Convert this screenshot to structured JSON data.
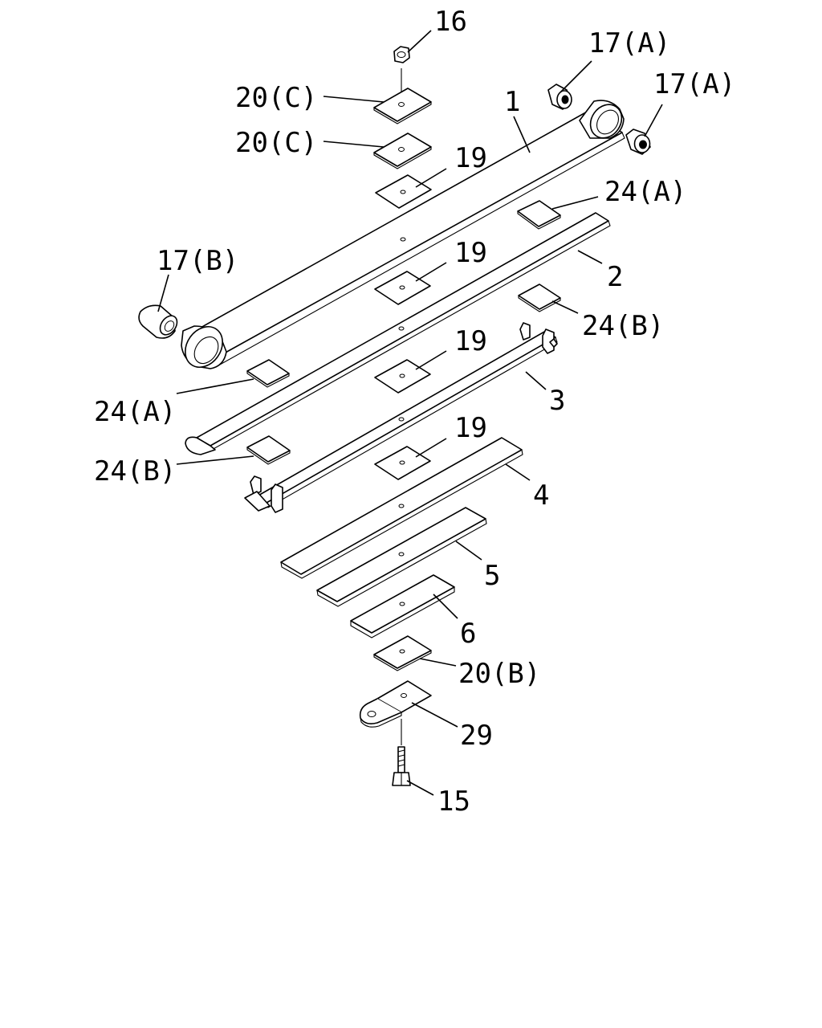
{
  "diagram": {
    "callouts": {
      "c16": "16",
      "c17a_1": "17(A)",
      "c17a_2": "17(A)",
      "c1": "1",
      "c20c_1": "20(C)",
      "c20c_2": "20(C)",
      "c19_1": "19",
      "c24a_1": "24(A)",
      "c17b": "17(B)",
      "c19_2": "19",
      "c2": "2",
      "c24b_1": "24(B)",
      "c19_3": "19",
      "c3": "3",
      "c24a_2": "24(A)",
      "c19_4": "19",
      "c24b_2": "24(B)",
      "c4": "4",
      "c5": "5",
      "c6": "6",
      "c20b": "20(B)",
      "c29": "29",
      "c15": "15"
    }
  }
}
